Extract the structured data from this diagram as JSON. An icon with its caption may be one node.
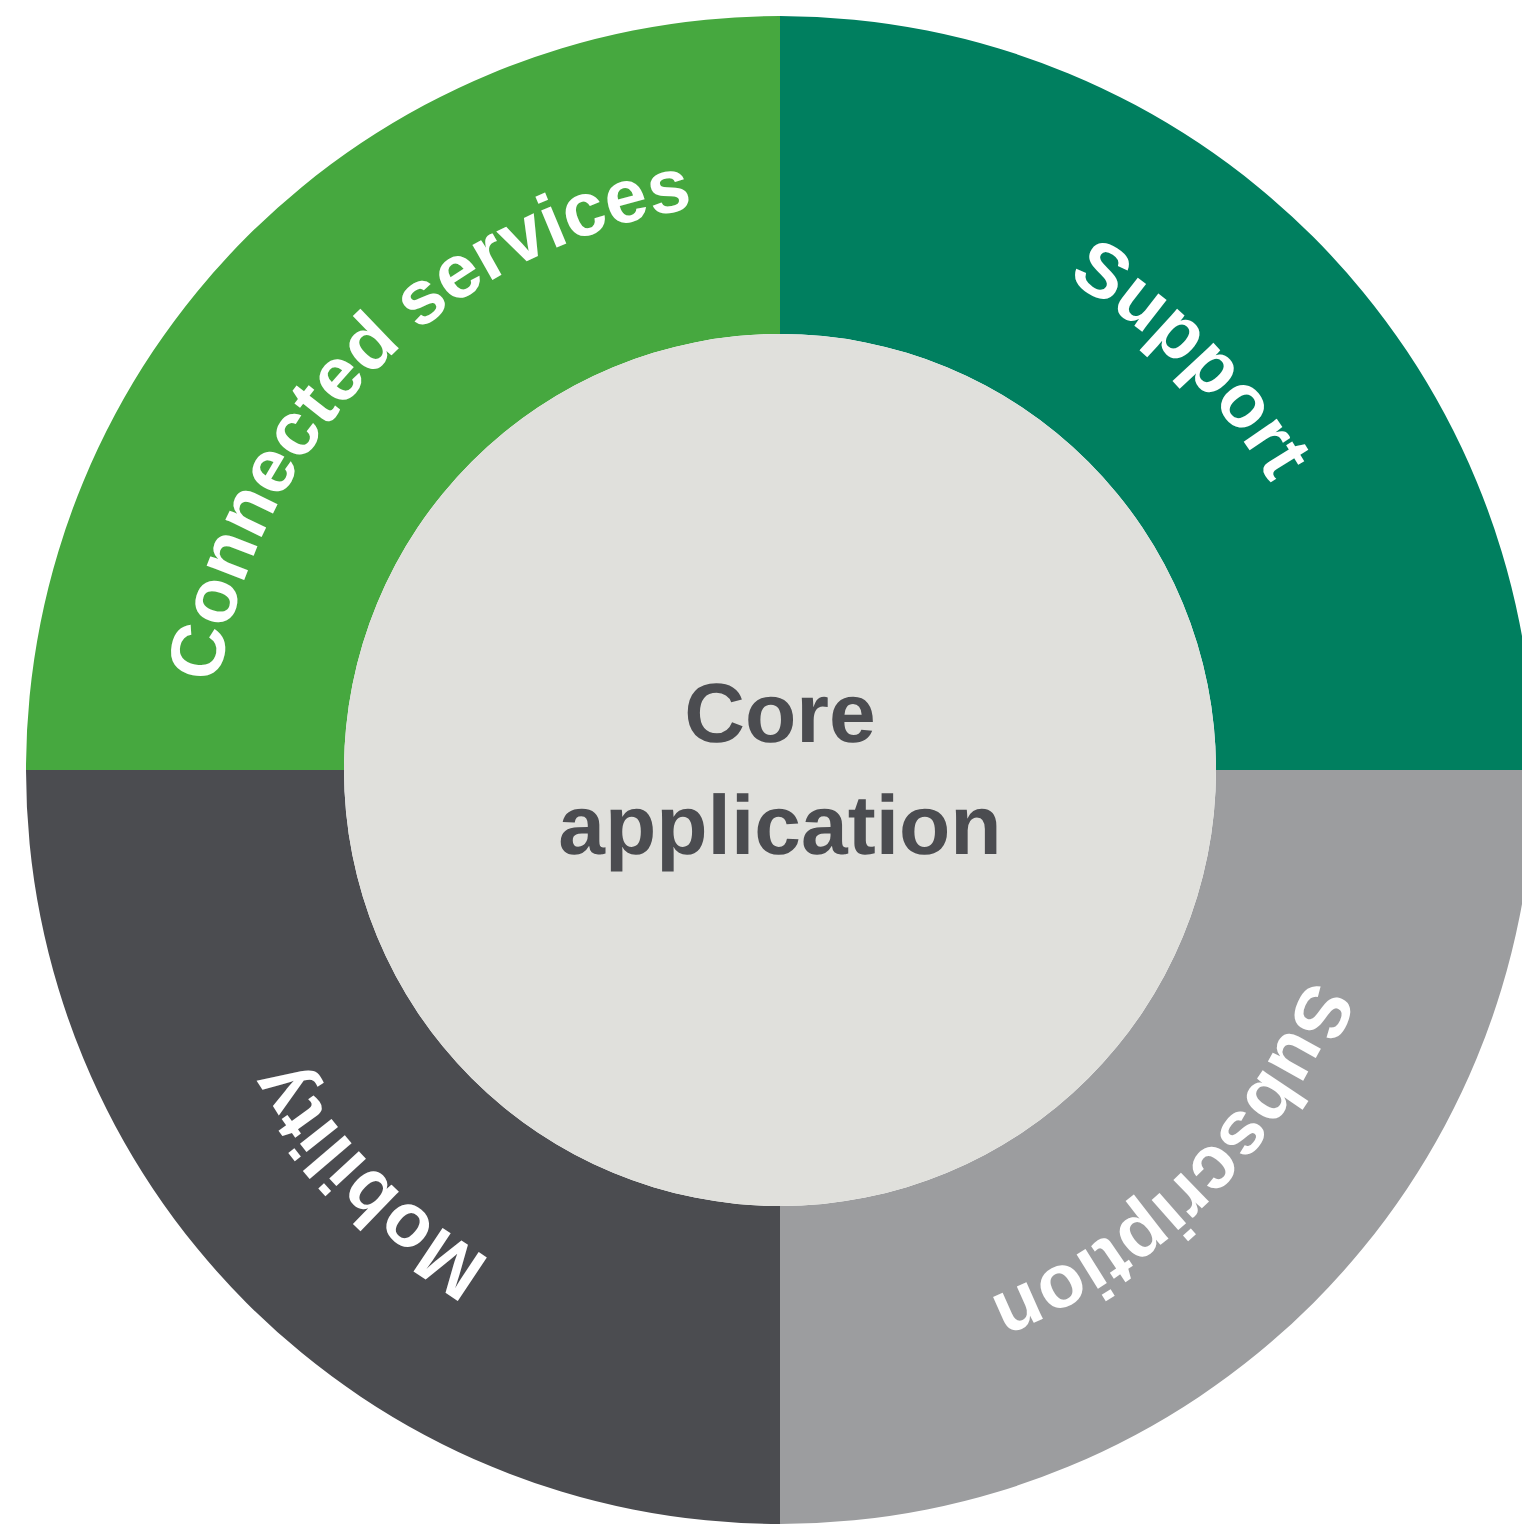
{
  "diagram": {
    "nodes": [
      {
        "text": [
          "Connected services"
        ]
      },
      {
        "text": [
          "Support"
        ]
      },
      {
        "text": [
          "Subscription"
        ]
      },
      {
        "text": [
          "Mobility"
        ]
      },
      {
        "text": [
          "Core application"
        ]
      }
    ]
  }
}
